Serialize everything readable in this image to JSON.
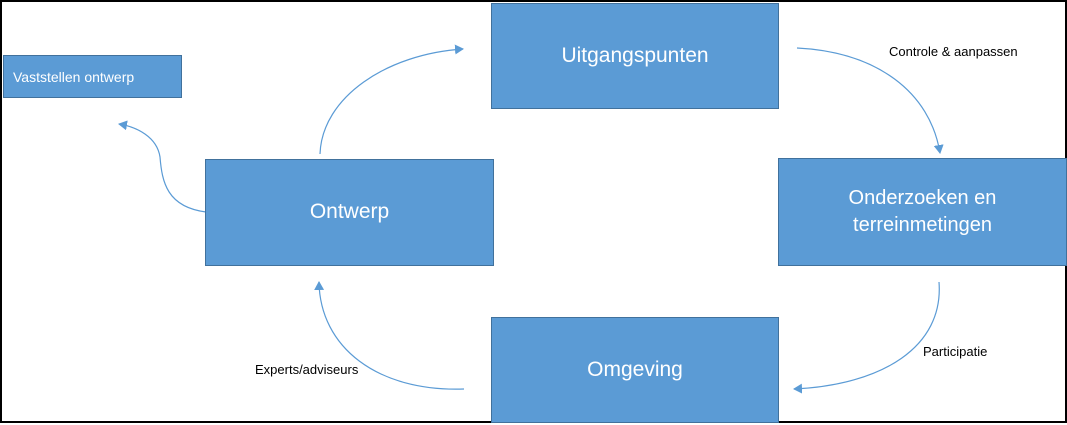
{
  "diagram": {
    "nodes": {
      "uitgangspunten": "Uitgangspunten",
      "onderzoeken": "Onderzoeken en terreinmetingen",
      "omgeving": "Omgeving",
      "ontwerp": "Ontwerp",
      "vaststellen": "Vaststellen ontwerp"
    },
    "edge_labels": {
      "controle": "Controle & aanpassen",
      "participatie": "Participatie",
      "experts": "Experts/adviseurs"
    },
    "colors": {
      "box_fill": "#5b9bd5",
      "box_border": "#41719c",
      "arrow": "#5b9bd5",
      "text_light": "#ffffff",
      "text_dark": "#000000"
    }
  }
}
